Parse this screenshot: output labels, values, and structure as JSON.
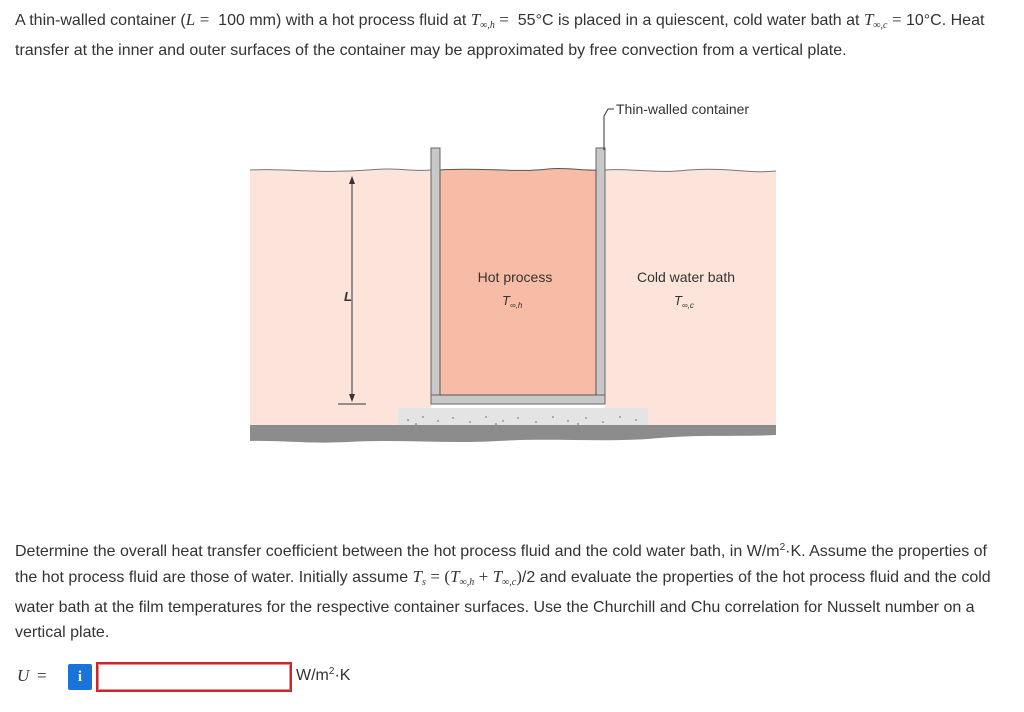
{
  "problem": {
    "intro_p1": "A thin-walled container (",
    "L_symbol": "L",
    "eq1": "=",
    "L_value": "100 mm) with a hot process fluid at ",
    "T_symbol": "T",
    "Tinf_h_sub": "∞,h",
    "eq2": "=",
    "Th_value": "55°C is placed in a quiescent, cold water bath at ",
    "Tinf_c_sub": "∞,c",
    "eq3": "=",
    "intro_p2": "10°C. Heat transfer at the inner and outer surfaces of the container may be approximated by free convection from a vertical plate.",
    "question_p1": "Determine the overall heat transfer coefficient between the hot process fluid and the cold water bath, in W/m",
    "question_sup": "2",
    "question_p2": "·K. Assume the properties of the hot process fluid are those of water. Initially assume ",
    "Ts_sub": "s",
    "eq4": "=",
    "paren_open": "(",
    "plus": "+",
    "paren_close": ")",
    "div2": "/2",
    "question_p3": " and evaluate the properties of the hot process fluid and the cold water bath at the film temperatures for the respective container surfaces. Use the Churchill and Chu correlation for Nusselt number on a vertical plate."
  },
  "figure": {
    "container_label": "Thin-walled container",
    "hot_label": "Hot process",
    "hot_T": "T",
    "hot_sub": "∞,h",
    "cold_label": "Cold water bath",
    "cold_T": "T",
    "cold_sub": "∞,c",
    "dimension_label": "L",
    "colors": {
      "bath": "#fde4da",
      "hot_fluid": "#f7bca5",
      "wall": "#c8c8c8",
      "floor": "#8c8c8c"
    }
  },
  "answer": {
    "variable": "U",
    "equals": "=",
    "info_icon": "i",
    "input_value": "",
    "unit": "W/m",
    "unit_sup": "2",
    "unit_tail": "·K"
  }
}
